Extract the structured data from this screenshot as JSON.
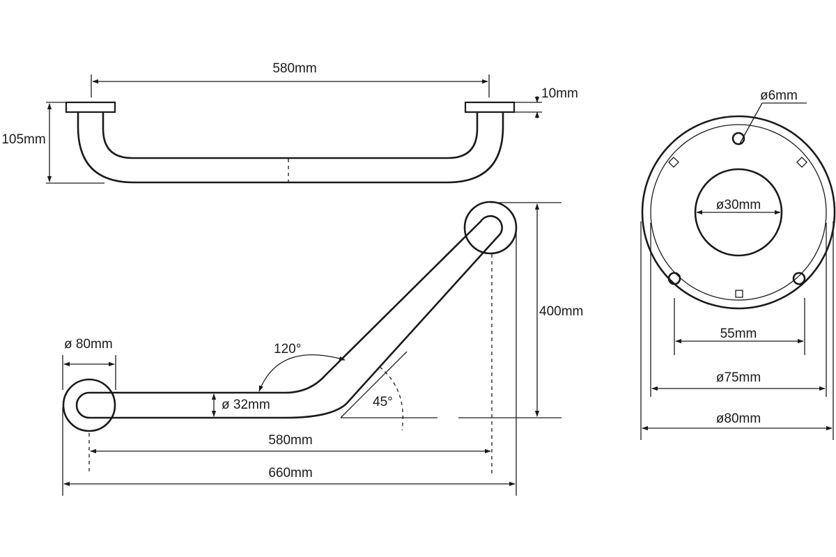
{
  "top_view": {
    "length_label": "580mm",
    "height_label": "105mm",
    "plate_thickness_label": "10mm"
  },
  "front_view": {
    "flange_diameter_label": "ø 80mm",
    "angle_label": "120°",
    "incline_angle_label": "45°",
    "tube_diameter_label": "ø 32mm",
    "height_label": "400mm",
    "inner_length_label": "580mm",
    "overall_length_label": "660mm"
  },
  "flange_view": {
    "screw_hole_label": "ø6mm",
    "center_hole_label": "ø30mm",
    "hole_spacing_label": "55mm",
    "inner_diameter_label": "ø75mm",
    "outer_diameter_label": "ø80mm"
  }
}
